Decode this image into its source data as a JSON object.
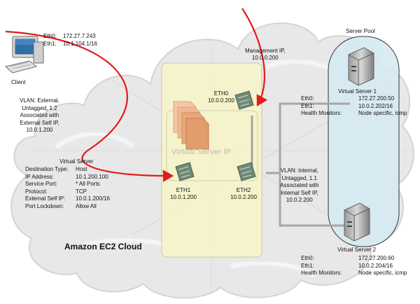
{
  "client": {
    "label": "Client",
    "eth0_key": "Eth0:",
    "eth0_val": "172.27.7.243",
    "eth1_key": "Eth1:",
    "eth1_val": "10.1.104.1/16"
  },
  "management": {
    "line1": "Management IP,",
    "line2": "10.0.0.200"
  },
  "external_vlan": {
    "lines": [
      "VLAN: External,",
      "Untagged, 1.2",
      "Associated with",
      "External Self IP,",
      "10.0.1.200"
    ]
  },
  "virtual_server": {
    "title": "Virtual Server",
    "rows": [
      {
        "k": "Destination Type:",
        "v": "Host"
      },
      {
        "k": "IP Address:",
        "v": "10.1.200.100"
      },
      {
        "k": "Service Port:",
        "v": "* All Ports"
      },
      {
        "k": "Protocol:",
        "v": "TCP"
      },
      {
        "k": "External Self IP:",
        "v": "10.0.1.200/16"
      },
      {
        "k": "Port Lockdown:",
        "v": "Allow All"
      }
    ]
  },
  "cloud": {
    "title": "Amazon EC2 Cloud",
    "watermark": "Virtual Server IP"
  },
  "interfaces": {
    "eth0": {
      "name": "ETH0",
      "ip": "10.0.0.200"
    },
    "eth1": {
      "name": "ETH1",
      "ip": "10.0.1.200"
    },
    "eth2": {
      "name": "ETH2",
      "ip": "10.0.2.200"
    }
  },
  "internal_vlan": {
    "lines": [
      "VLAN: Internal,",
      "Untagged, 1.1",
      "Associated with",
      "Internal Self IP,",
      "10.0.2.200"
    ]
  },
  "server_pool": {
    "title": "Server Pool",
    "server1": {
      "name": "Virtual Server 1",
      "rows": [
        {
          "k": "Eth0:",
          "v": "172.27.200.50"
        },
        {
          "k": "Eth1:",
          "v": "10.0.2.202/16"
        },
        {
          "k": "Health Monitors:",
          "v": "Node specific, icmp"
        }
      ]
    },
    "server2": {
      "name": "Virtual Server 2",
      "rows": [
        {
          "k": "Eth0:",
          "v": "172.27.200.60"
        },
        {
          "k": "Eth1:",
          "v": "10.0.2.204/16"
        },
        {
          "k": "Health Monitors:",
          "v": "Node specific, icmp"
        }
      ]
    }
  },
  "colors": {
    "arrow": "#e21b1b",
    "cloud": "#e9e9e9",
    "bigip": "#f7f4c8",
    "pool": "#d9ecf3",
    "pool_border": "#2a2a2a",
    "link": "#a6a6a6"
  }
}
